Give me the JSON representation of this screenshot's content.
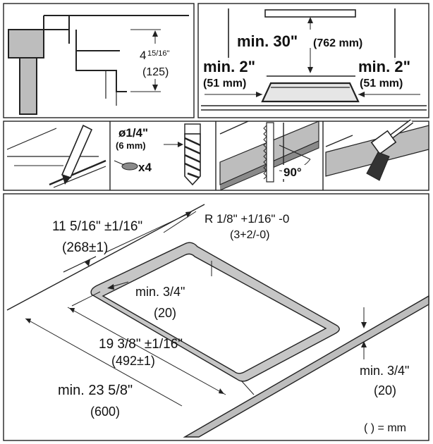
{
  "top_left": {
    "dim_main": "4",
    "dim_frac": "15/16\"",
    "dim_mm": "(125)"
  },
  "top_right": {
    "clearance_top": "min. 30\"",
    "clearance_top_mm": "(762 mm)",
    "clearance_left": "min. 2\"",
    "clearance_left_mm": "(51 mm)",
    "clearance_right": "min. 2\"",
    "clearance_right_mm": "(51 mm)"
  },
  "step2": {
    "drill_size": "ø1/4\"",
    "drill_size_mm": "(6 mm)",
    "hole_count": "x4"
  },
  "step3": {
    "angle": "90°"
  },
  "main": {
    "width_dim": "11 5/16\" ±1/16\"",
    "width_mm": "(268±1)",
    "radius": "R 1/8\" +1/16\" -0",
    "radius_mm": "(3+2/-0)",
    "margin_inner": "min. 3/4\"",
    "margin_inner_mm": "(20)",
    "length_dim": "19 3/8\" ±1/16\"",
    "length_mm": "(492±1)",
    "depth_dim": "min. 23 5/8\"",
    "depth_mm": "(600)",
    "edge_dim": "min. 3/4\"",
    "edge_mm": "(20)",
    "unit_note": "( ) = mm"
  }
}
